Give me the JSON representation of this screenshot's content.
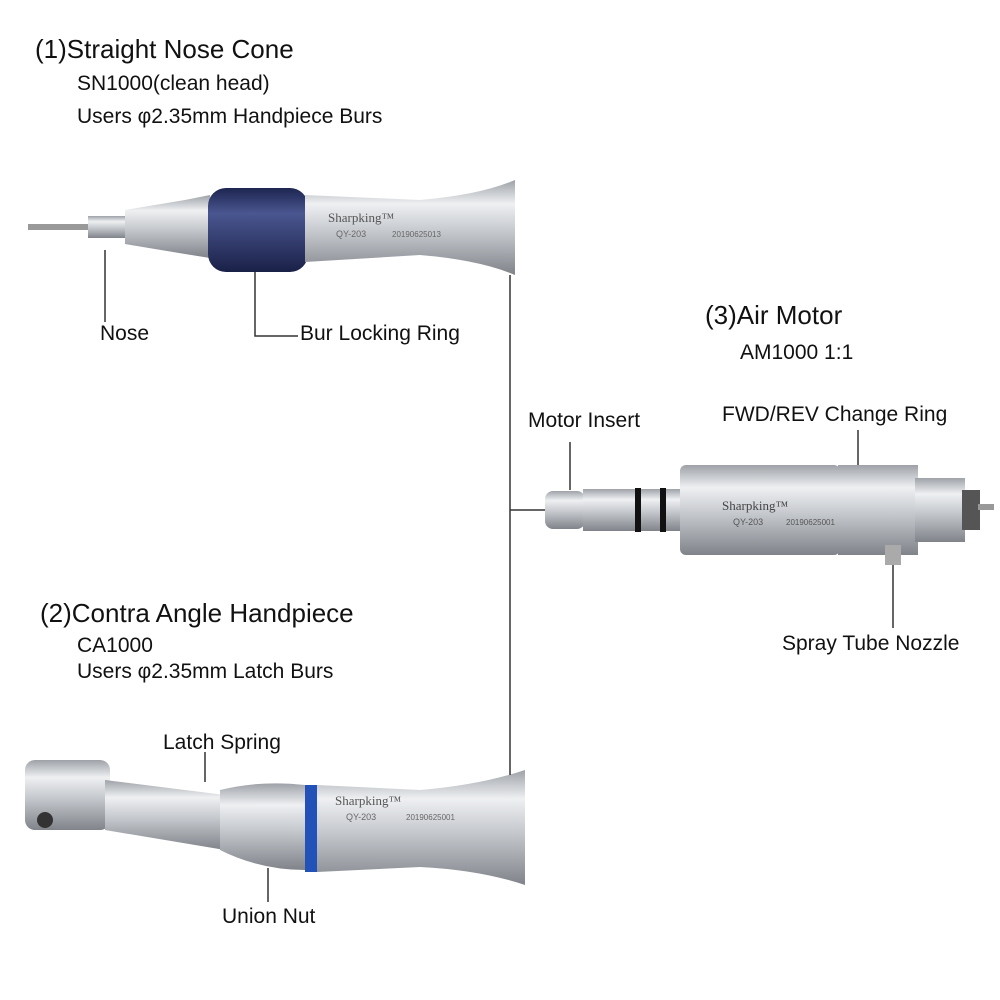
{
  "sections": {
    "straight": {
      "title": "(1)Straight Nose Cone",
      "model": "SN1000(clean head)",
      "usage": "Users φ2.35mm Handpiece Burs",
      "labels": {
        "nose": "Nose",
        "ring": "Bur Locking Ring"
      },
      "engraving": {
        "brand": "Sharpking™",
        "model": "QY-203",
        "serial": "20190625013"
      }
    },
    "contra": {
      "title": "(2)Contra Angle Handpiece",
      "model": "CA1000",
      "usage": "Users φ2.35mm Latch Burs",
      "labels": {
        "spring": "Latch Spring",
        "nut": "Union Nut"
      },
      "engraving": {
        "brand": "Sharpking™",
        "model": "QY-203",
        "serial": "20190625001"
      }
    },
    "motor": {
      "title": "(3)Air Motor",
      "model": "AM1000 1:1",
      "labels": {
        "insert": "Motor Insert",
        "fwd": "FWD/REV Change Ring",
        "spray": "Spray Tube Nozzle"
      },
      "engraving": {
        "brand": "Sharpking™",
        "model": "QY-203",
        "serial": "20190625001"
      }
    }
  },
  "colors": {
    "ring_blue": "#2a3566",
    "band_blue": "#2251b8",
    "metal": "#c9ccd0"
  }
}
